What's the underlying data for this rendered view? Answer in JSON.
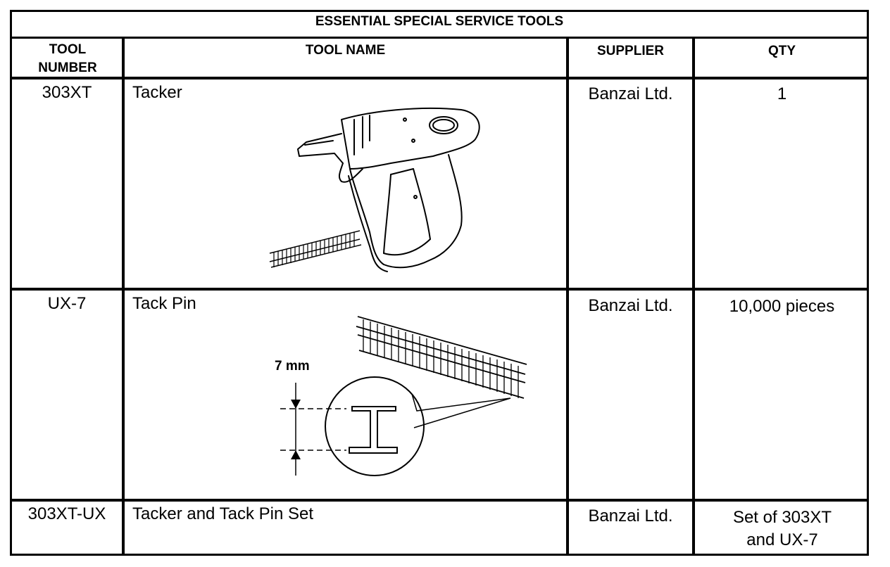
{
  "table": {
    "title": "ESSENTIAL SPECIAL SERVICE TOOLS",
    "headers": {
      "tool_number": "TOOL NUMBER",
      "tool_name": "TOOL NAME",
      "supplier": "SUPPLIER",
      "qty": "QTY"
    },
    "rows": [
      {
        "number": "303XT",
        "name": "Tacker",
        "supplier": "Banzai Ltd.",
        "qty": "1"
      },
      {
        "number": "UX-7",
        "name": "Tack Pin",
        "supplier": "Banzai Ltd.",
        "qty": "10,000 pieces"
      },
      {
        "number": "303XT-UX",
        "name": "Tacker and Tack Pin Set",
        "supplier": "Banzai Ltd.",
        "qty": "Set of 303XT and UX-7"
      }
    ]
  },
  "illustrations": {
    "tacker": "tacker-gun-icon",
    "tack_pin": "tack-pin-strip-icon",
    "dimension_label": "7 mm"
  }
}
